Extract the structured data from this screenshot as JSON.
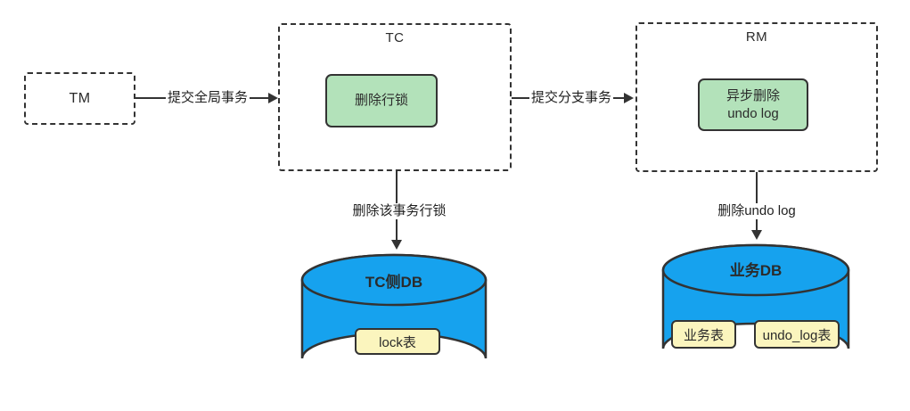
{
  "diagram": {
    "nodes": {
      "tm": {
        "label": "TM"
      },
      "tc": {
        "title": "TC",
        "action": "删除行锁"
      },
      "rm": {
        "title": "RM",
        "action_line1": "异步删除",
        "action_line2": "undo log"
      },
      "tc_db": {
        "title": "TC侧DB",
        "tables": [
          "lock表"
        ]
      },
      "biz_db": {
        "title": "业务DB",
        "tables": [
          "业务表",
          "undo_log表"
        ]
      }
    },
    "edges": [
      {
        "from": "TM",
        "to": "TC",
        "label": "提交全局事务"
      },
      {
        "from": "TC",
        "to": "RM",
        "label": "提交分支事务"
      },
      {
        "from": "TC",
        "to": "TC侧DB",
        "label": "删除该事务行锁"
      },
      {
        "from": "RM",
        "to": "业务DB",
        "label": "删除undo log"
      }
    ],
    "colors": {
      "stroke": "#333333",
      "action_fill": "#b3e2ba",
      "db_fill": "#16a2ee",
      "table_fill": "#fbf5be",
      "background": "#ffffff"
    }
  }
}
